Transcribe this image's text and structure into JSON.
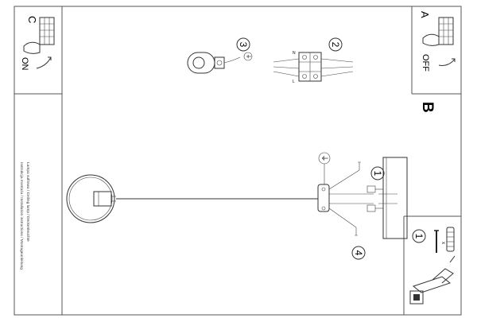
{
  "panels": {
    "c": {
      "letter": "C",
      "state": "ON"
    },
    "a": {
      "letter": "A",
      "state": "OFF"
    },
    "b": {
      "letter": "B"
    }
  },
  "steps": {
    "three": "3",
    "two": "2",
    "one_main": "1",
    "four": "4",
    "one_tools": "1"
  },
  "wire_labels": {
    "ground_symbol": "⏚",
    "mark_n": "N",
    "mark_l": "L",
    "mark_tool_x": "x"
  },
  "instructions": {
    "line1": "Instrukcja montażu / Installation instructions / Montageanleitung",
    "line2": "Lampa sufitowa / Ceiling lamp / Deckenleuchte"
  },
  "colors": {
    "stroke": "#333333",
    "background": "#ffffff"
  }
}
